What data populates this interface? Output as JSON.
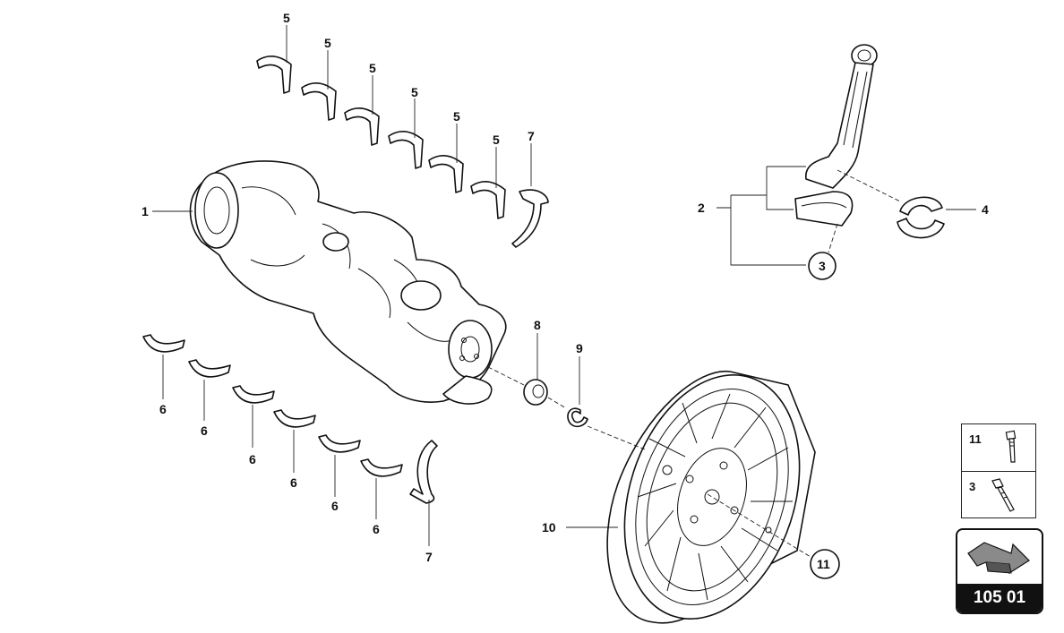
{
  "labels": {
    "crankshaft": "1",
    "conrod_assembly": "2",
    "rod_bolt_circled": "3",
    "rod_bearing": "4",
    "upper_main_bearing": "5",
    "lower_main_bearing": "6",
    "thrust_washer": "7",
    "bushing": "8",
    "circlip": "9",
    "damper_pulley": "10",
    "pulley_bolt_circled": "11"
  },
  "legend": [
    {
      "number": "11",
      "icon": "pulley-bolt-icon"
    },
    {
      "number": "3",
      "icon": "conrod-bolt-icon"
    }
  ],
  "group_code": "105 01",
  "colors": {
    "line": "#111111",
    "background": "#ffffff",
    "arrow_fill": "#8a8a8a"
  }
}
